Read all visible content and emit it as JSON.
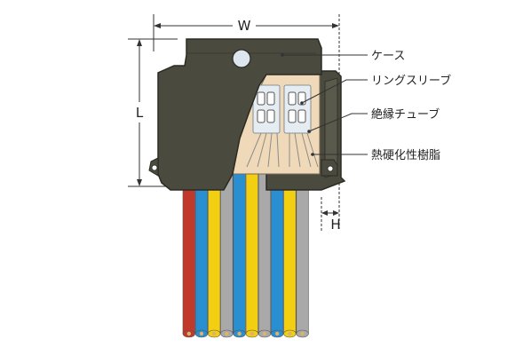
{
  "labels": {
    "case": "ケース",
    "ring_sleeve": "リングスリーブ",
    "insulation_tube": "絶縁チューブ",
    "resin": "熱硬化性樹脂"
  },
  "dimensions": {
    "width": "W",
    "length": "L",
    "height": "H"
  },
  "colors": {
    "case_body": "#4a4a3e",
    "case_outline": "#2b2b24",
    "interior": "#efd9b8",
    "sleeve_blue": "#dde6ee",
    "wire_red": "#c0392b",
    "wire_blue": "#2a8fd0",
    "wire_yellow": "#f3cf12",
    "wire_gray": "#a9a9a9",
    "dim_line": "#333333"
  },
  "wires": [
    "red",
    "blue",
    "yellow",
    "gray",
    "blue",
    "yellow",
    "gray",
    "blue",
    "yellow",
    "gray"
  ]
}
